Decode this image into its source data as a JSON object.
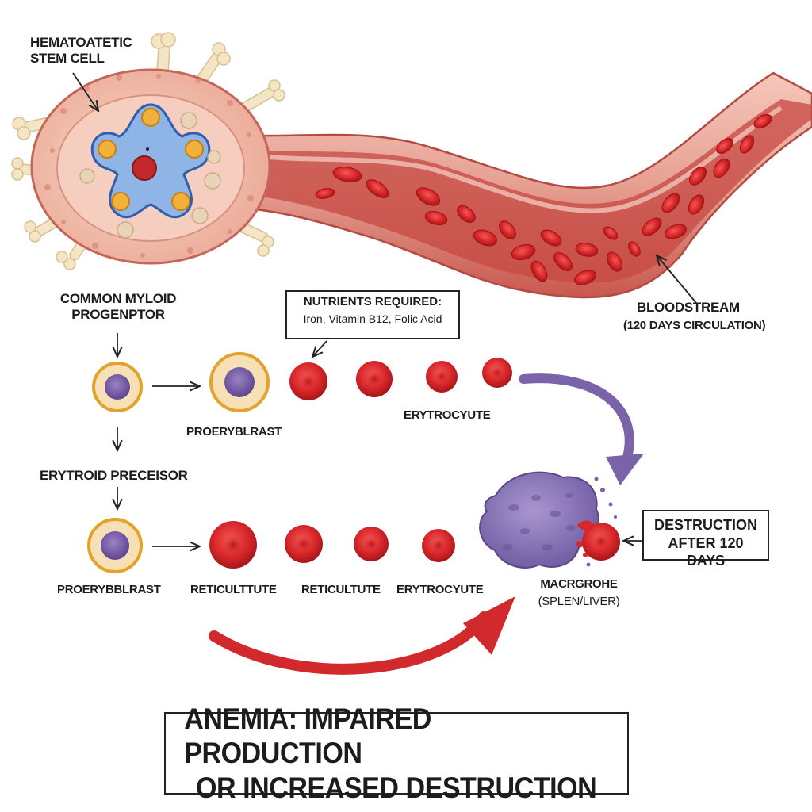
{
  "labels": {
    "stem_cell": [
      "HEMATOATETIC",
      "STEM CELL"
    ],
    "myeloid": [
      "COMMON MYLOID",
      "PROGENPTOR"
    ],
    "bloodstream": "BLOODSTREAM",
    "bloodstream_sub": "(120 DAYS CIRCULATION)",
    "nutrients_title": "NUTRIENTS REQUIRED:",
    "nutrients_list": "Iron, Vitamin B12, Folic Acid",
    "proerythroblast_top": "PROERYBLRAST",
    "erythrocyte_top": "ERYTROCYUTE",
    "erythroid_precursor": "ERYTROID PRECEISOR",
    "proerythroblast_bottom": "PROERYBBLRAST",
    "reticulocyte_1": "RETICULTTUTE",
    "reticulocyte_2": "RETICULTUTE",
    "erythrocyte_bottom": "ERYTROCYUTE",
    "destruction": [
      "DESTRUCTION",
      "AFTER 120 DAYS"
    ],
    "macrophage": "MACRGROHE",
    "macrophage_sub": "(SPLEN/LIVER)"
  },
  "title": [
    "ANEMIA: IMPAIRED PRODUCTION",
    "OR INCREASED DESTRUCTION"
  ],
  "colors": {
    "rbc": "#d8262b",
    "rbc_dark": "#a5141a",
    "vessel": "#e79b8d",
    "marrow": "#f3c2b0",
    "stem_blue": "#8fb4e6",
    "progenitor_ring": "#efb437",
    "nucleus_purple": "#7b5ea8",
    "macrophage": "#8c76bb",
    "purple_arrow": "#7a63a8",
    "red_arrow": "#d22a2c",
    "bone": "#f4e6c4"
  },
  "icons": [
    "bone-icon",
    "stem-cell-icon",
    "red-blood-cell-icon",
    "progenitor-cell-icon",
    "macrophage-icon"
  ]
}
